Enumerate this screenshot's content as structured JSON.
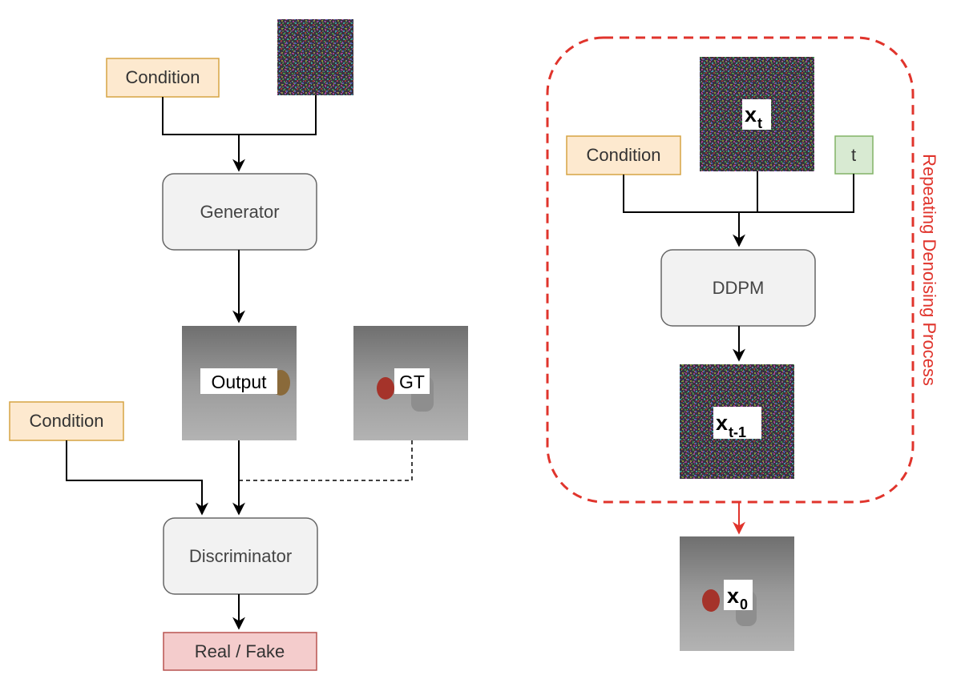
{
  "gan": {
    "condition_top": "Condition",
    "generator": "Generator",
    "output_label": "Output",
    "gt_label": "GT",
    "condition_bottom": "Condition",
    "discriminator": "Discriminator",
    "real_fake": "Real / Fake"
  },
  "ddpm": {
    "condition": "Condition",
    "xt_base": "x",
    "xt_sub": "t",
    "t_label": "t",
    "model": "DDPM",
    "xt1_base": "x",
    "xt1_sub": "t-1",
    "x0_base": "x",
    "x0_sub": "0",
    "loop_label": "Repeating Denoising Process"
  },
  "colors": {
    "condition_fill": "#fde9cf",
    "condition_stroke": "#d6a443",
    "process_fill": "#f2f2f2",
    "process_stroke": "#666666",
    "t_fill": "#d8ead2",
    "t_stroke": "#82b366",
    "realfake_fill": "#f4cccc",
    "realfake_stroke": "#b85450",
    "loop_stroke": "#e0342c",
    "loop_text": "#e0342c"
  }
}
